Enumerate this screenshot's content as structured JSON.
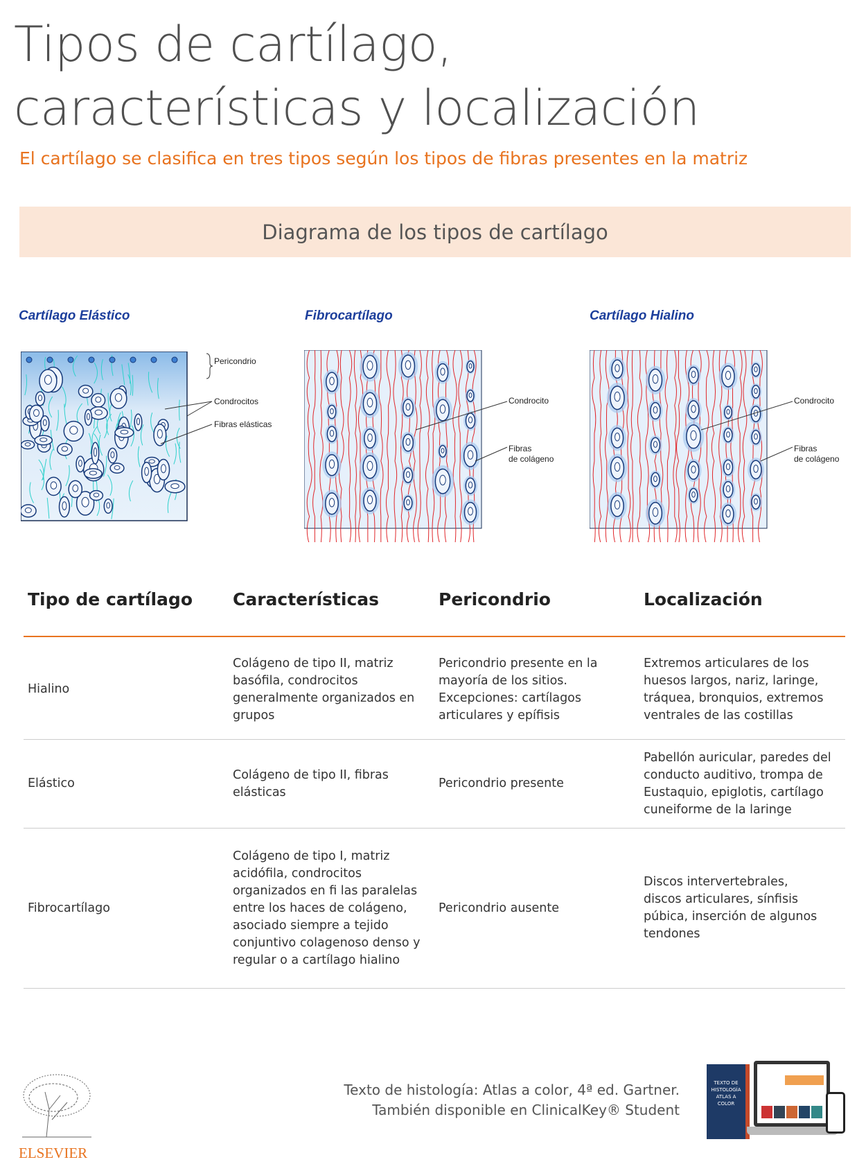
{
  "title_line1": "Tipos de cartílago,",
  "title_line2": "características y localización",
  "subtitle": "El cartílago se clasifica en tres tipos según los tipos de fibras presentes en la matriz",
  "banner": "Diagrama de los tipos de cartílago",
  "diagrams": [
    {
      "title": "Cartílago Elástico",
      "labels": [
        "Pericondrio",
        "Condrocitos",
        "Fibras elásticas"
      ]
    },
    {
      "title": "Fibrocartílago",
      "labels": [
        "Condrocito",
        "Fibras",
        "de colágeno"
      ]
    },
    {
      "title": "Cartílago Hialino",
      "labels": [
        "Condrocito",
        "Fibras",
        "de colágeno"
      ]
    }
  ],
  "colors": {
    "accent": "#e8731f",
    "banner": "#fbe6d7",
    "diagram_title": "#1d3f9c",
    "elastic_fiber": "#2ed1cc",
    "collagen_fiber": "#e0262a",
    "matrix": "#e6f0fb"
  },
  "table": {
    "headers": [
      "Tipo de cartílago",
      "Características",
      "Pericondrio",
      "Localización"
    ],
    "rows": [
      [
        "Hialino",
        "Colágeno de tipo II, matriz basófila, condrocitos generalmente organizados en grupos",
        "Pericondrio presente en la mayoría de los sitios. Excepciones: cartílagos articulares y epífisis",
        "Extremos articulares de los huesos largos, nariz, laringe, tráquea, bronquios, extremos ventrales de las costillas"
      ],
      [
        "Elástico",
        "Colágeno de tipo II, fibras elásticas",
        "Pericondrio presente",
        "Pabellón auricular, paredes del conducto auditivo, trompa de Eustaquio, epiglotis, cartílago cuneiforme de la laringe"
      ],
      [
        "Fibrocartílago",
        "Colágeno de tipo I, matriz acidófila, condrocitos organizados en fi las paralelas entre los haces de colágeno, asociado siempre a tejido conjuntivo colagenoso denso y regular o a cartílago hialino",
        "Pericondrio ausente",
        "Discos intervertebrales, discos articulares, sínfisis púbica, inserción de algunos tendones"
      ]
    ]
  },
  "footer": {
    "line1": "Texto de histología: Atlas a color, 4ª ed. Gartner.",
    "line2": "También disponible en ClinicalKey® Student",
    "logo": "ELSEVIER",
    "book_text": "TEXTO DE HISTOLOGÍA ATLAS A COLOR"
  }
}
